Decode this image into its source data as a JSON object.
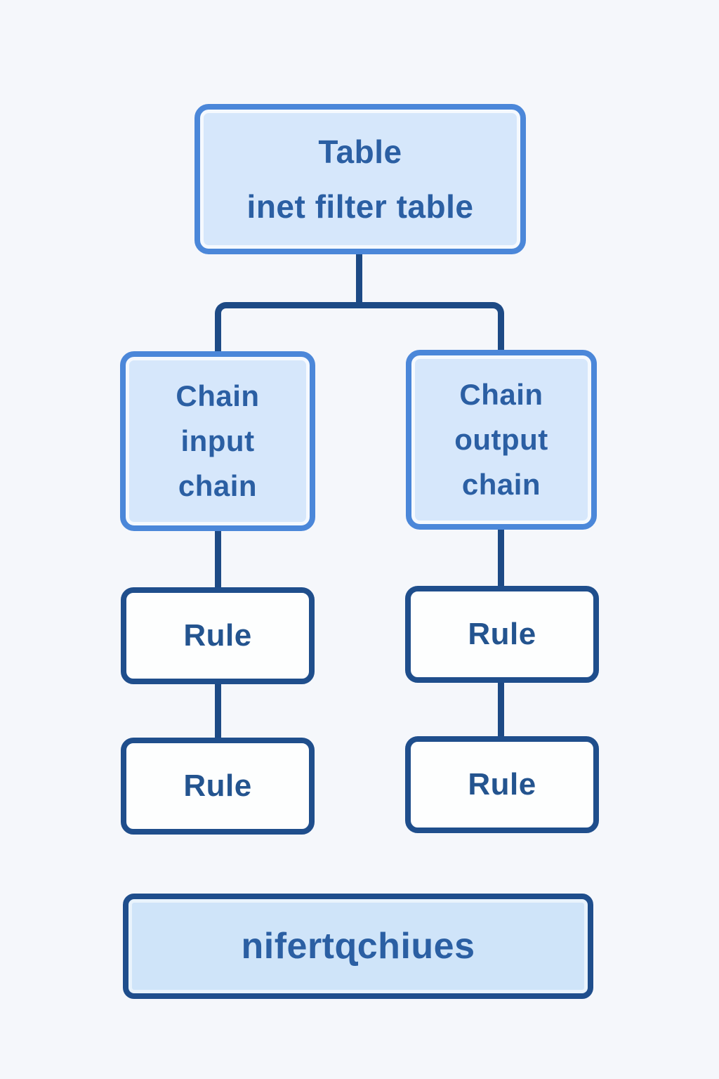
{
  "diagram": {
    "description": "nftables structure diagram: table with two chains, each chain with two rules",
    "palette": {
      "background": "#f5f7fb",
      "light_node_fill": "#d6e7fb",
      "light_node_border": "#4b87d9",
      "dark_node_border": "#1f4e8c",
      "rule_node_fill": "#fdfefe",
      "caption_node_fill": "#cfe4f9",
      "connector": "#1d4a85",
      "text": "#2b5fa3"
    },
    "nodes": {
      "table": {
        "line1": "Table",
        "line2": "inet filter table"
      },
      "chain_input": {
        "line1": "Chain",
        "line2": "input",
        "line3": "chain"
      },
      "chain_output": {
        "line1": "Chain",
        "line2": "output",
        "line3": "chain"
      },
      "rule_input_1": {
        "label": "Rule"
      },
      "rule_input_2": {
        "label": "Rule"
      },
      "rule_output_1": {
        "label": "Rule"
      },
      "rule_output_2": {
        "label": "Rule"
      },
      "caption": {
        "label": "nifertɋchiues"
      }
    }
  }
}
